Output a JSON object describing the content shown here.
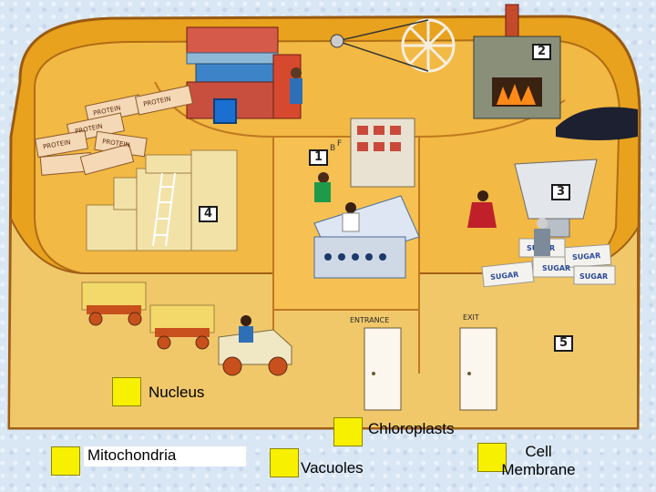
{
  "markers": [
    "1",
    "2",
    "3",
    "4",
    "5"
  ],
  "scene": {
    "signs": {
      "entrance": "ENTRANCE",
      "exit": "EXIT"
    },
    "box_labels": [
      "PROTEIN",
      "PROTEIN",
      "PROTEIN",
      "PROTEIN",
      "PROTEIN"
    ],
    "sack_labels": [
      "SUGAR",
      "SUGAR",
      "SUGAR",
      "SUGAR",
      "SUGAR"
    ],
    "panel_letters": [
      "B",
      "F"
    ]
  },
  "answer_labels": {
    "nucleus": "Nucleus",
    "chloroplasts": "Chloroplasts",
    "mitochondria": "Mitochondria",
    "vacuoles": "Vacuoles",
    "cell_membrane_line1": "Cell",
    "cell_membrane_line2": "Membrane"
  },
  "colors": {
    "answer_box": "#f7f000",
    "blank_box": "#1a6fd0",
    "wall": "#e8a21e"
  }
}
